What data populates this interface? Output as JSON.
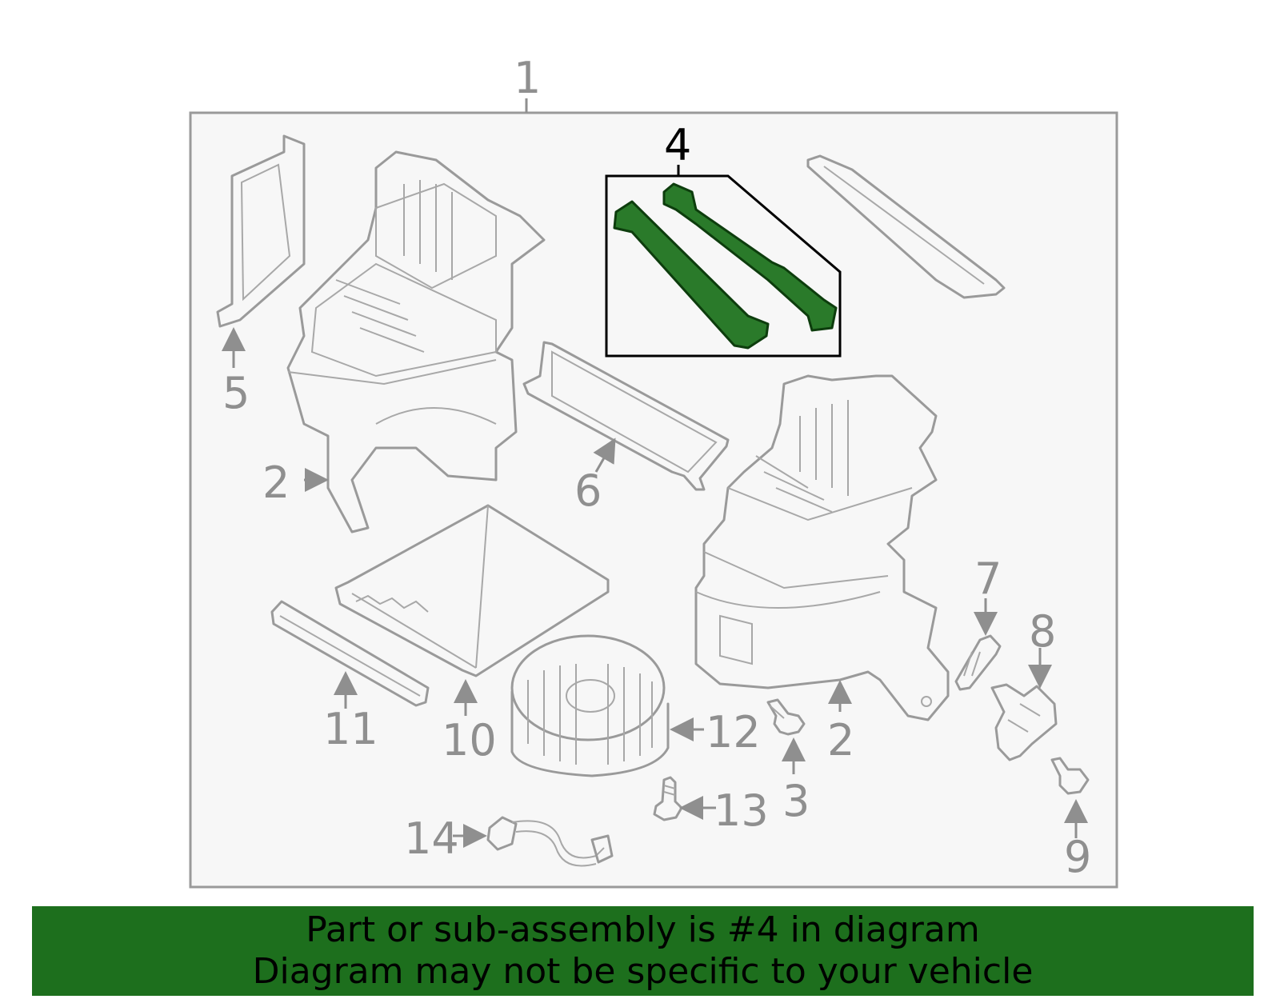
{
  "diagram": {
    "callouts": {
      "c1": "1",
      "c2a": "2",
      "c2b": "2",
      "c3": "3",
      "c4": "4",
      "c5": "5",
      "c6": "6",
      "c7": "7",
      "c8": "8",
      "c9": "9",
      "c10": "10",
      "c11": "11",
      "c12": "12",
      "c13": "13",
      "c14": "14"
    },
    "highlighted_part": "4",
    "colors": {
      "highlight": "#1d6f1d",
      "outline": "#9a9a9a",
      "panel": "#f7f7f7"
    }
  },
  "banner": {
    "line1": "Part or sub-assembly is #4 in diagram",
    "line2": "Diagram may not be specific to your vehicle"
  }
}
